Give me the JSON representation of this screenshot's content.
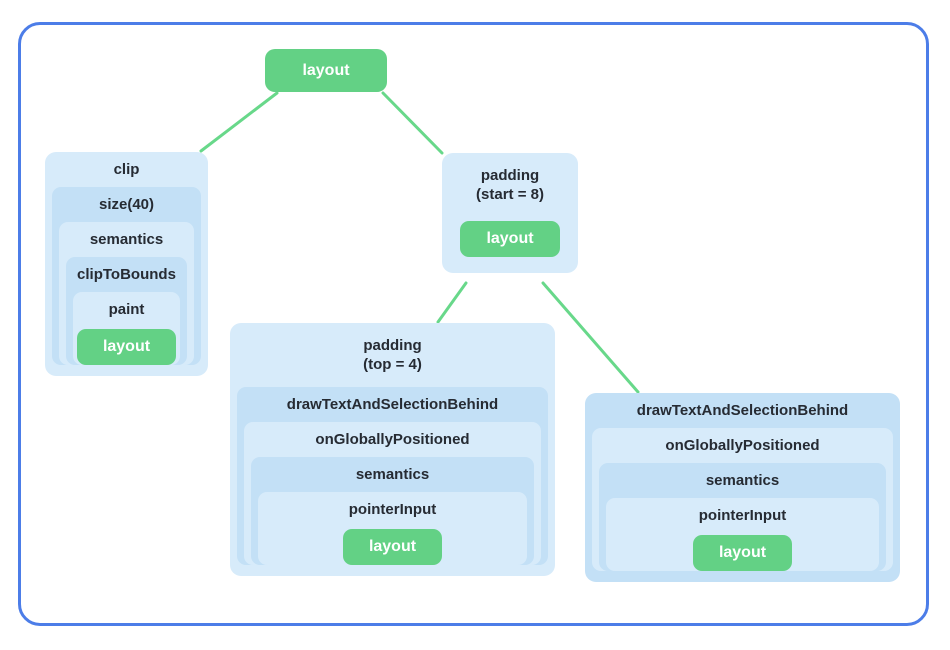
{
  "diagram": {
    "root": {
      "label": "layout"
    },
    "clip": {
      "levels": [
        "clip",
        "size(40)",
        "semantics",
        "clipToBounds",
        "paint"
      ],
      "leaf": "layout"
    },
    "padding_start": {
      "title": "padding\n(start = 8)",
      "leaf": "layout"
    },
    "padding_top": {
      "title": "padding\n(top = 4)",
      "levels": [
        "drawTextAndSelectionBehind",
        "onGloballyPositioned",
        "semantics",
        "pointerInput"
      ],
      "leaf": "layout"
    },
    "draw_text": {
      "levels": [
        "drawTextAndSelectionBehind",
        "onGloballyPositioned",
        "semantics",
        "pointerInput"
      ],
      "leaf": "layout"
    },
    "colors": {
      "node_green": "#63D185",
      "connector_green": "#68D88A",
      "frame_blue": "#4C7DE8",
      "panel_blue_light": "#D7EBFA",
      "panel_blue_mid": "#C3E0F6",
      "label_text": "#262B33"
    }
  }
}
